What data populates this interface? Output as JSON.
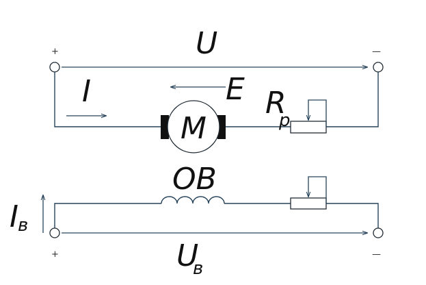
{
  "labels": {
    "voltage": "U",
    "current": "I",
    "emf": "E",
    "motor": "M",
    "resistor": "R",
    "resistor_sub": "р",
    "winding": "ОВ",
    "field_current": "I",
    "field_current_sub": "в",
    "field_voltage": "U",
    "field_voltage_sub": "в"
  },
  "terminals": {
    "plus": "+",
    "minus": "—"
  },
  "colors": {
    "wire": "#27435a",
    "text": "#111111",
    "brush": "#111111"
  }
}
